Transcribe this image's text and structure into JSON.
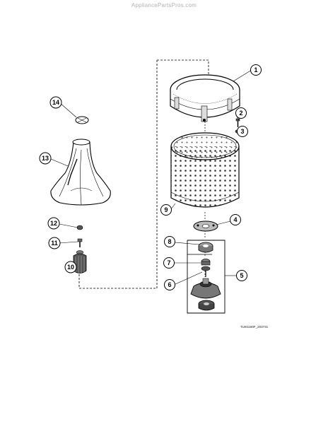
{
  "watermark": "AppliancePartsPros.com",
  "reference_code": "TLW1160F_203731",
  "callouts": [
    {
      "label": "1"
    },
    {
      "label": "2"
    },
    {
      "label": "3"
    },
    {
      "label": "4"
    },
    {
      "label": "5"
    },
    {
      "label": "6"
    },
    {
      "label": "7"
    },
    {
      "label": "8"
    },
    {
      "label": "9"
    },
    {
      "label": "10"
    },
    {
      "label": "11"
    },
    {
      "label": "12"
    },
    {
      "label": "13"
    },
    {
      "label": "14"
    }
  ],
  "parts": [
    {
      "name": "balance-ring",
      "number": "1"
    },
    {
      "name": "screw",
      "number": "2"
    },
    {
      "name": "washer",
      "number": "3"
    },
    {
      "name": "drive-bell-spacer",
      "number": "4"
    },
    {
      "name": "spin-tube-assembly",
      "number": "5"
    },
    {
      "name": "spin-tube-seal",
      "number": "6"
    },
    {
      "name": "nut",
      "number": "7"
    },
    {
      "name": "bearing-seal",
      "number": "8"
    },
    {
      "name": "wash-basket",
      "number": "9"
    },
    {
      "name": "agitator-drive-block",
      "number": "10"
    },
    {
      "name": "agitator-bolt",
      "number": "11"
    },
    {
      "name": "bolt-washer",
      "number": "12"
    },
    {
      "name": "agitator",
      "number": "13"
    },
    {
      "name": "agitator-cap",
      "number": "14"
    }
  ]
}
